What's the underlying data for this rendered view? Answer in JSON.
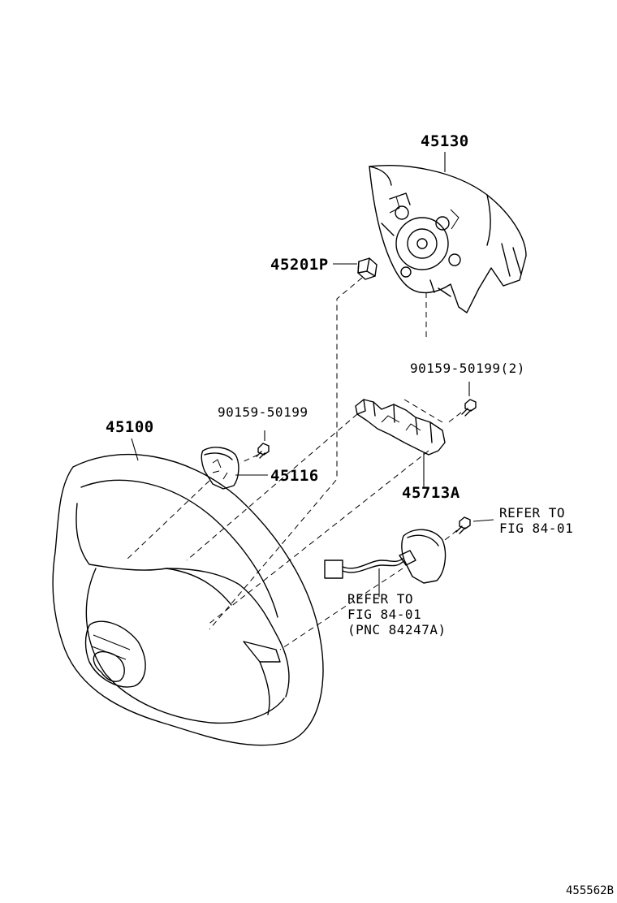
{
  "diagram": {
    "parts": {
      "airbag": "45130",
      "nut": "45201P",
      "wheel": "45100",
      "bolt_left": "90159-50199",
      "bolt_right": "90159-50199(2)",
      "cover_small": "45116",
      "cover_bracket": "45713A"
    },
    "refer_upper": [
      "REFER TO",
      "FIG 84-01"
    ],
    "refer_lower": [
      "REFER TO",
      "FIG 84-01",
      "(PNC 84247A)"
    ],
    "illustration_id": "455562B"
  }
}
